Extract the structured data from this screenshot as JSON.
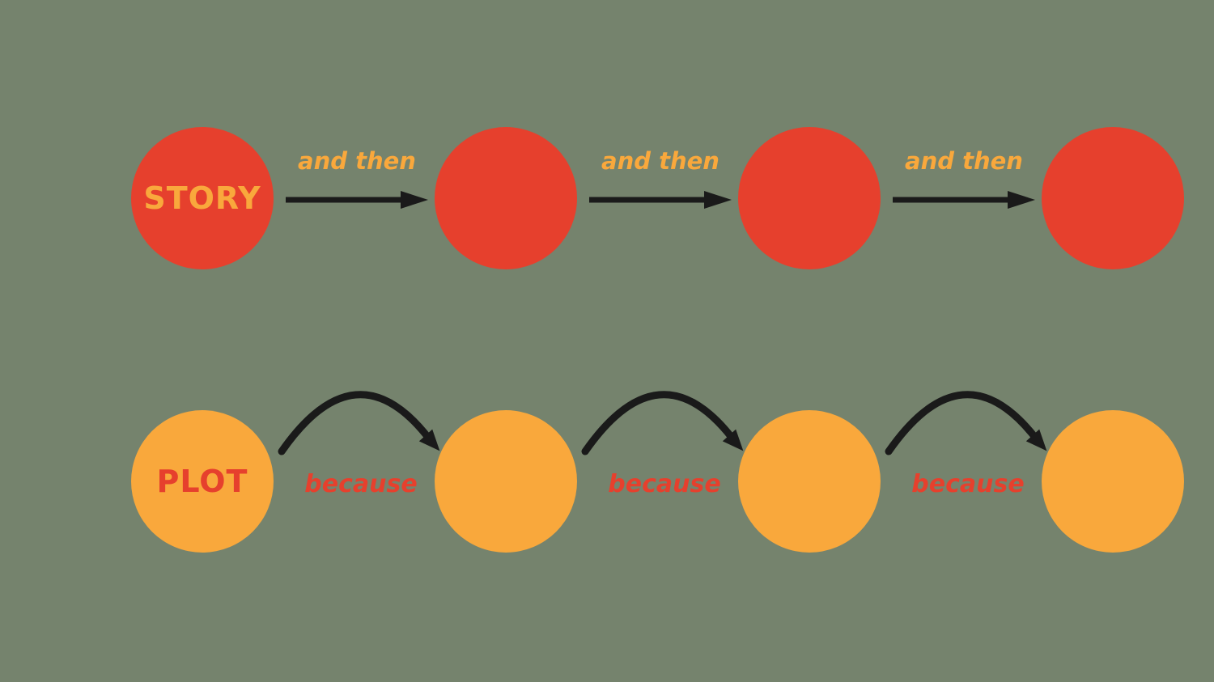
{
  "colors": {
    "bg": "#75836D",
    "red": "#E6402D",
    "orange": "#F9A83C",
    "ink": "#1A1A1A"
  },
  "story": {
    "node_label": "STORY",
    "arrow_labels": [
      "and then",
      "and then",
      "and then"
    ]
  },
  "plot": {
    "node_label": "PLOT",
    "arrow_labels": [
      "because",
      "because",
      "because"
    ]
  }
}
